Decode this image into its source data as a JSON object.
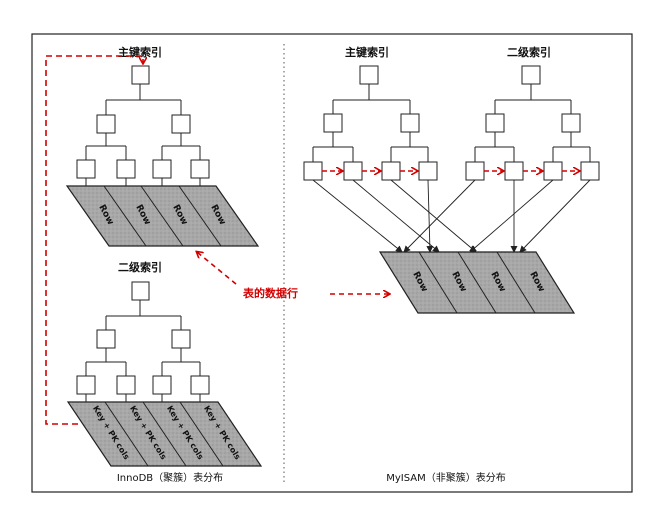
{
  "innodb": {
    "primary_index_label": "主键索引",
    "secondary_index_label": "二级索引",
    "primary_row_labels": [
      "Row",
      "Row",
      "Row",
      "Row"
    ],
    "secondary_row_labels": [
      "Key + PK cols",
      "Key + PK cols",
      "Key + PK cols",
      "Key + PK cols"
    ],
    "caption": "InnoDB（聚簇）表分布"
  },
  "myisam": {
    "primary_index_label": "主键索引",
    "secondary_index_label": "二级索引",
    "row_labels": [
      "Row",
      "Row",
      "Row",
      "Row"
    ],
    "caption": "MyISAM（非聚簇）表分布"
  },
  "annotation": {
    "label": "表的数据行",
    "color": "#d40000"
  }
}
